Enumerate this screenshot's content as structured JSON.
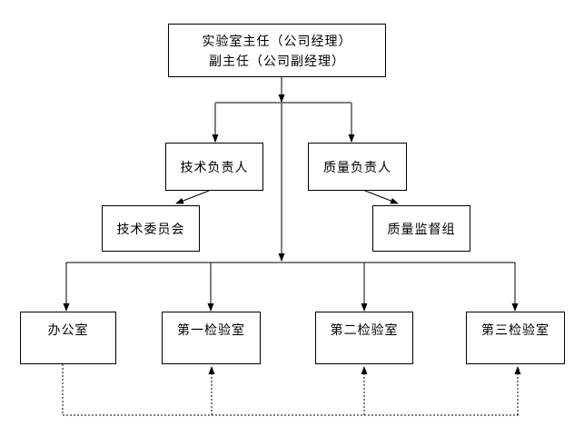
{
  "diagram": {
    "type": "org-chart",
    "nodes": {
      "director": {
        "label_line1": "实验室主任（公司经理）",
        "label_line2": "副主任（公司副经理）"
      },
      "tech_leader": {
        "label": "技术负责人"
      },
      "quality_leader": {
        "label": "质量负责人"
      },
      "tech_committee": {
        "label": "技术委员会"
      },
      "quality_supervision": {
        "label": "质量监督组"
      },
      "office": {
        "label": "办公室"
      },
      "lab1": {
        "label": "第一检验室"
      },
      "lab2": {
        "label": "第二检验室"
      },
      "lab3": {
        "label": "第三检验室"
      }
    },
    "edges": [
      {
        "from": "director",
        "to": "tech_leader",
        "style": "solid-arrow"
      },
      {
        "from": "director",
        "to": "quality_leader",
        "style": "solid-arrow"
      },
      {
        "from": "tech_leader",
        "to": "tech_committee",
        "style": "solid-arrow-diagonal"
      },
      {
        "from": "quality_leader",
        "to": "quality_supervision",
        "style": "solid-arrow-diagonal"
      },
      {
        "from": "director",
        "to": "office",
        "style": "solid-arrow"
      },
      {
        "from": "director",
        "to": "lab1",
        "style": "solid-arrow"
      },
      {
        "from": "director",
        "to": "lab2",
        "style": "solid-arrow"
      },
      {
        "from": "director",
        "to": "lab3",
        "style": "solid-arrow"
      },
      {
        "from": "office",
        "to": "lab1",
        "style": "dotted-arrow"
      },
      {
        "from": "office",
        "to": "lab2",
        "style": "dotted-arrow"
      },
      {
        "from": "office",
        "to": "lab3",
        "style": "dotted-arrow"
      }
    ],
    "colors": {
      "background": "#ffffff",
      "box_border": "#000000",
      "text": "#000000",
      "spine_line": "#808080",
      "line": "#000000"
    }
  }
}
